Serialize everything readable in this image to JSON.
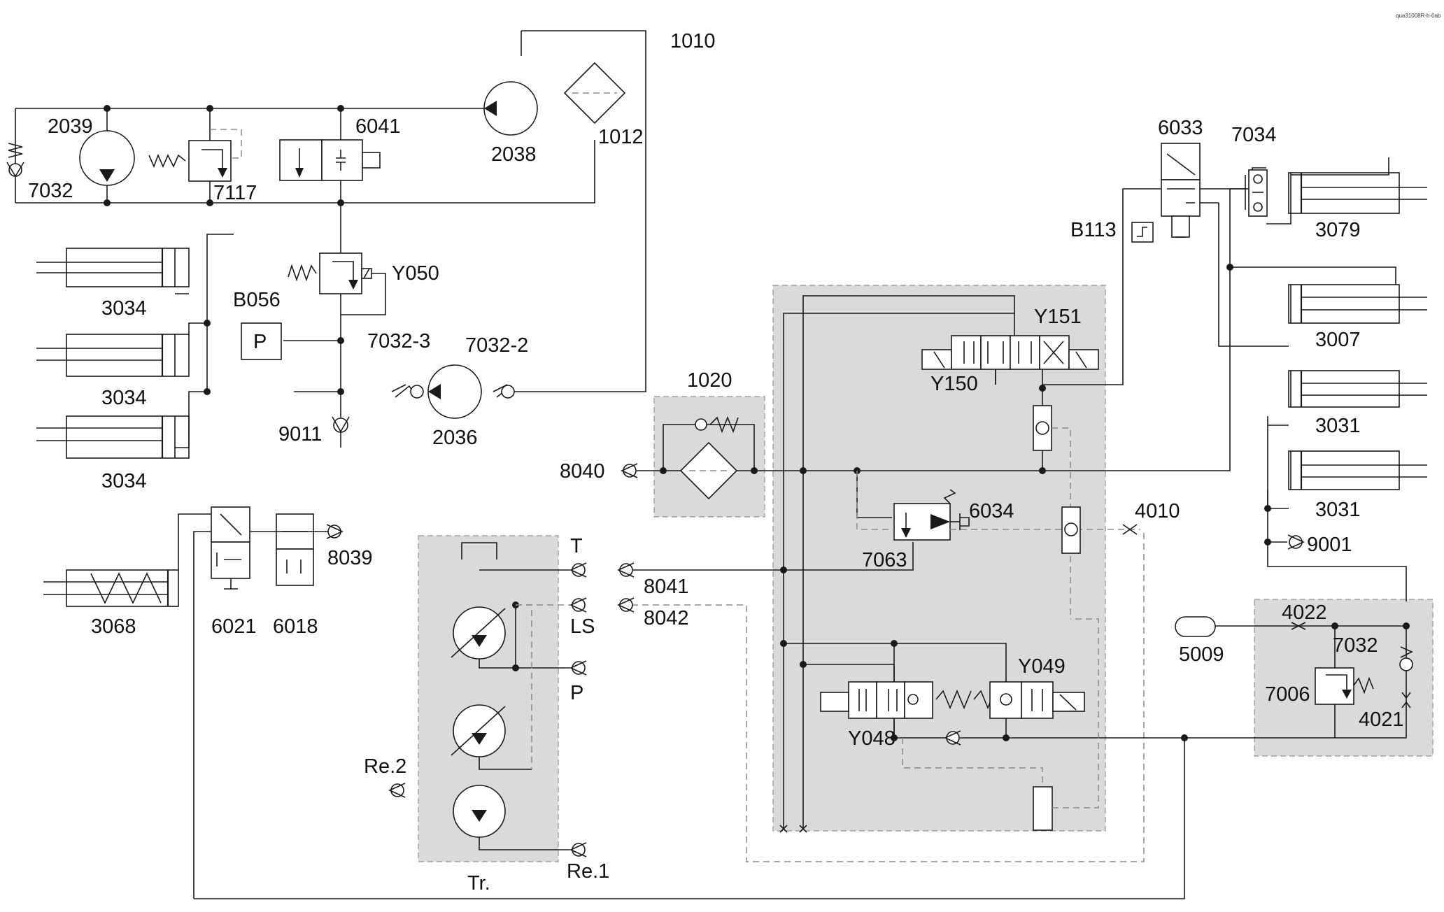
{
  "corner_code": "qua31008R-h-0ab",
  "labels": {
    "n1010": "1010",
    "n1012": "1012",
    "n2038": "2038",
    "n6041": "6041",
    "n2039": "2039",
    "n7032_tl": "7032",
    "n7117": "7117",
    "nY050": "Y050",
    "nB056": "B056",
    "nP_box": "P",
    "n7032_3": "7032-3",
    "n7032_2": "7032-2",
    "n2036": "2036",
    "n9011": "9011",
    "n3034_a": "3034",
    "n3034_b": "3034",
    "n3034_c": "3034",
    "n6033": "6033",
    "n7034": "7034",
    "nB113": "B113",
    "n3079": "3079",
    "nY151": "Y151",
    "nY150": "Y150",
    "n3007": "3007",
    "n1020": "1020",
    "n3031_a": "3031",
    "n3031_b": "3031",
    "n8040": "8040",
    "n6034": "6034",
    "n4010": "4010",
    "n9001": "9001",
    "n7063": "7063",
    "n8039": "8039",
    "n3068": "3068",
    "n6021": "6021",
    "n6018": "6018",
    "nT": "T",
    "n8041": "8041",
    "nLS": "LS",
    "n8042": "8042",
    "n4022": "4022",
    "n5009": "5009",
    "n7032_r": "7032",
    "nY049": "Y049",
    "nP_port": "P",
    "n7006": "7006",
    "n4021": "4021",
    "nY048": "Y048",
    "nRe2": "Re.2",
    "nRe1": "Re.1",
    "nTr": "Tr."
  }
}
